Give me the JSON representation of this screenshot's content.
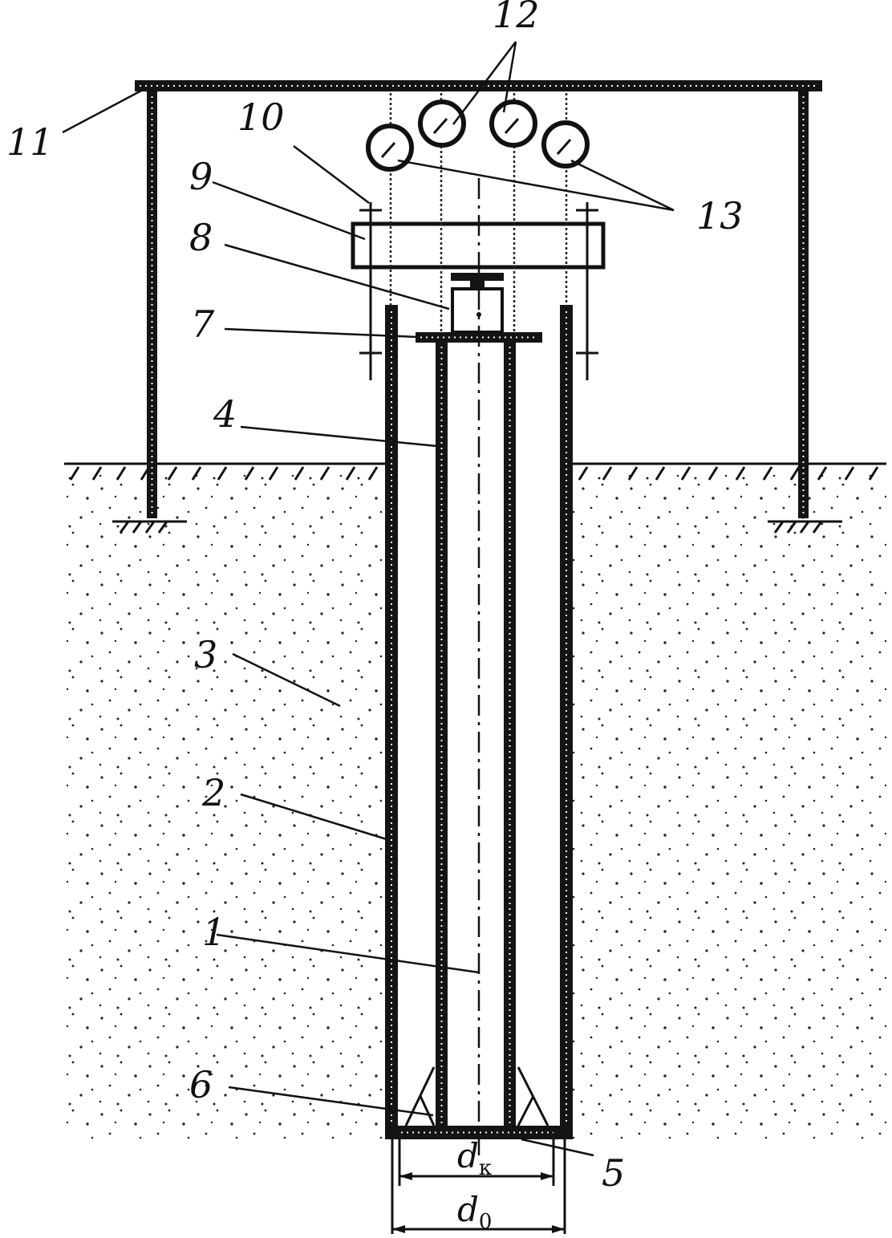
{
  "callouts": [
    "1",
    "2",
    "3",
    "4",
    "5",
    "6",
    "7",
    "8",
    "9",
    "10",
    "11",
    "12",
    "13"
  ],
  "dimensions": {
    "inner": {
      "symbol": "d",
      "subscript": "к"
    },
    "outer": {
      "symbol": "d",
      "subscript": "0"
    }
  },
  "colors": {
    "ink": "#111111",
    "paper": "#ffffff"
  }
}
